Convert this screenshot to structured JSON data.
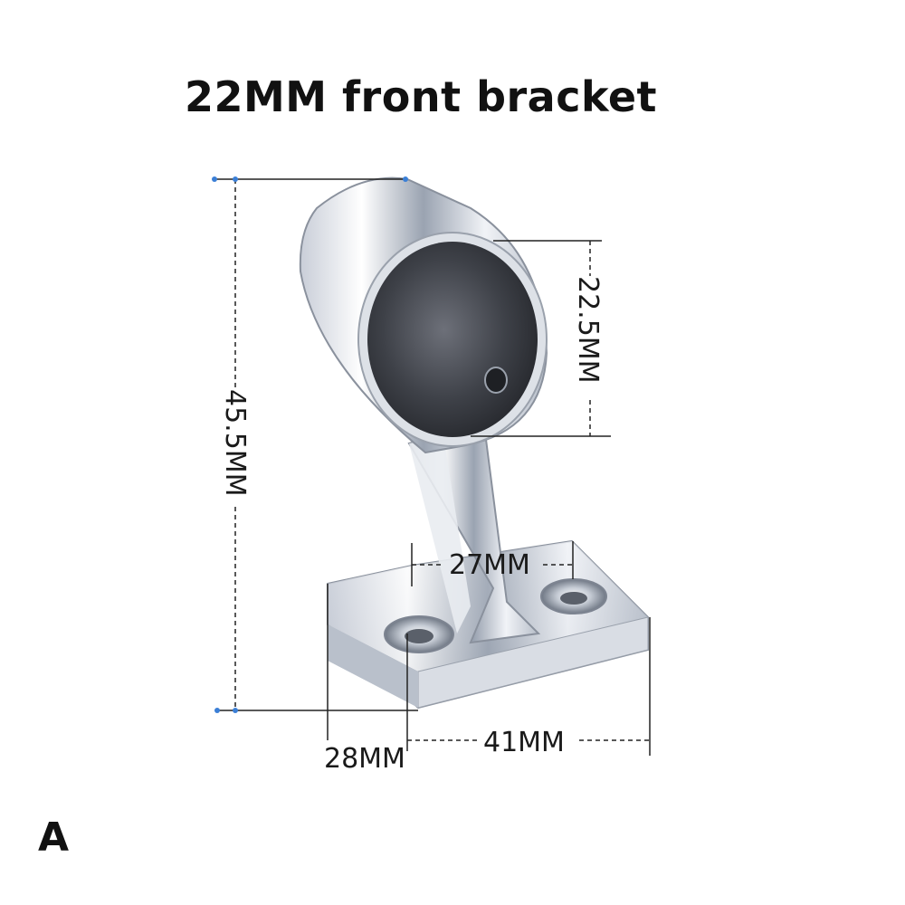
{
  "title": "22MM front bracket",
  "variant_label": "A",
  "dimensions": {
    "height": "45.5MM",
    "tube_diameter": "22.5MM",
    "hole_spacing": "27MM",
    "base_length": "41MM",
    "base_width": "28MM"
  },
  "colors": {
    "metal_light": "#f4f6fa",
    "metal_mid": "#aeb6c3",
    "metal_dark": "#3a3d44",
    "dim_line": "#222222",
    "dim_dot": "#3b7fd6"
  }
}
